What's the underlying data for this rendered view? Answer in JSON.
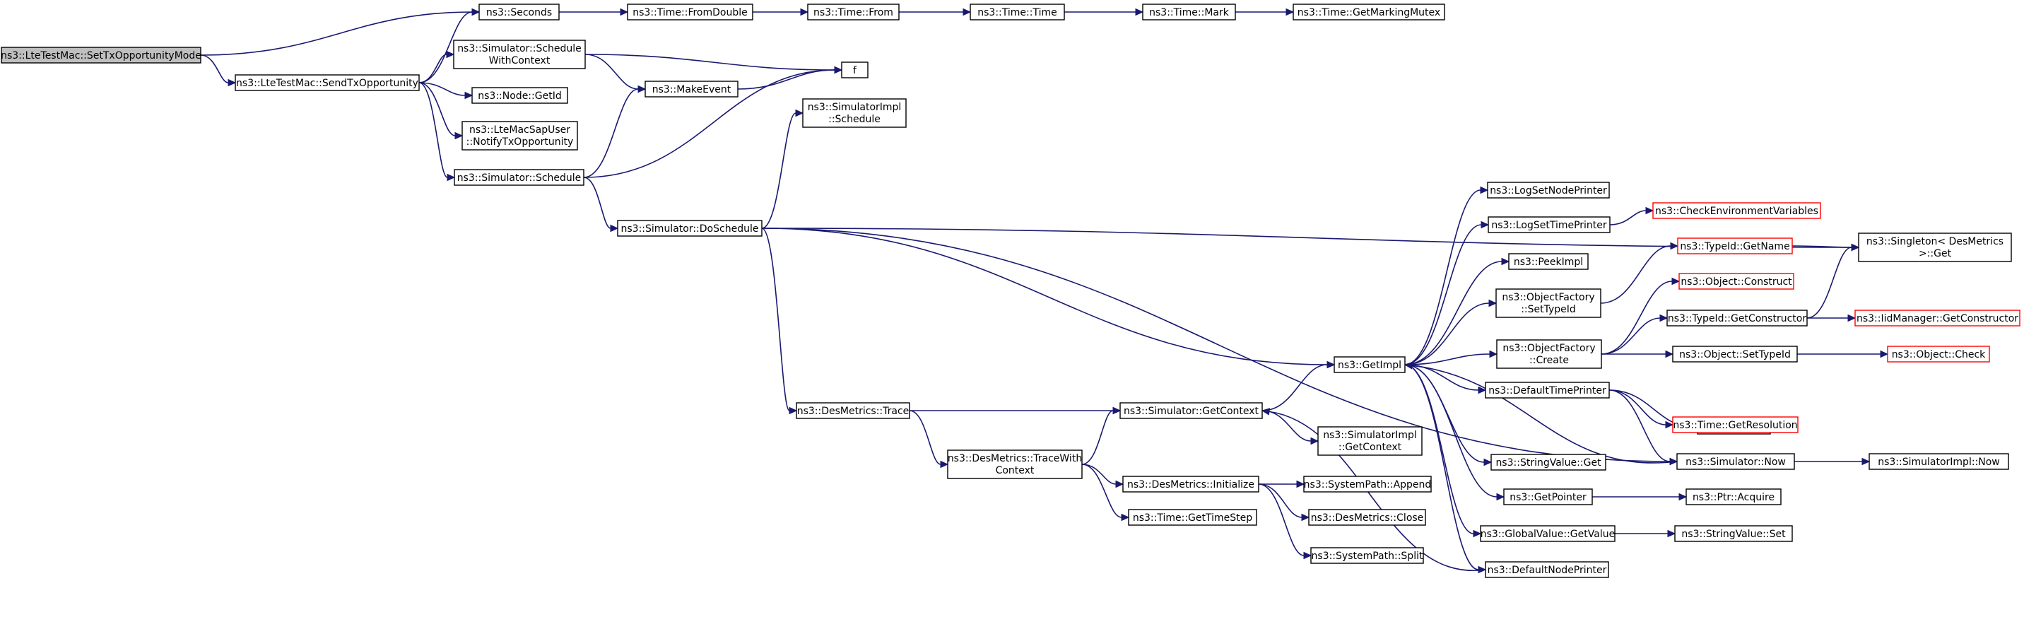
{
  "colors": {
    "edge": "#191970",
    "red_border": "#ff0000",
    "root_fill": "#bfbfbf"
  },
  "nodes": [
    {
      "id": "setTxOpp",
      "lines": [
        "ns3::LteTestMac::SetTxOpportunityMode"
      ],
      "root": true
    },
    {
      "id": "sendTxOpp",
      "lines": [
        "ns3::LteTestMac::SendTxOpportunity"
      ]
    },
    {
      "id": "seconds",
      "lines": [
        "ns3::Seconds"
      ]
    },
    {
      "id": "fromDouble",
      "lines": [
        "ns3::Time::FromDouble"
      ]
    },
    {
      "id": "timeFrom",
      "lines": [
        "ns3::Time::From"
      ]
    },
    {
      "id": "timeTime",
      "lines": [
        "ns3::Time::Time"
      ]
    },
    {
      "id": "timeMark",
      "lines": [
        "ns3::Time::Mark"
      ]
    },
    {
      "id": "markingMutex",
      "lines": [
        "ns3::Time::GetMarkingMutex"
      ]
    },
    {
      "id": "scheduleWithContext",
      "lines": [
        "ns3::Simulator::Schedule",
        "WithContext"
      ]
    },
    {
      "id": "f",
      "lines": [
        "f"
      ]
    },
    {
      "id": "makeEvent",
      "lines": [
        "ns3::MakeEvent"
      ]
    },
    {
      "id": "nodeGetId",
      "lines": [
        "ns3::Node::GetId"
      ]
    },
    {
      "id": "notifyTxOpp",
      "lines": [
        "ns3::LteMacSapUser",
        "::NotifyTxOpportunity"
      ]
    },
    {
      "id": "simSchedule",
      "lines": [
        "ns3::Simulator::Schedule"
      ]
    },
    {
      "id": "simImplSchedule",
      "lines": [
        "ns3::SimulatorImpl",
        "::Schedule"
      ]
    },
    {
      "id": "doSchedule",
      "lines": [
        "ns3::Simulator::DoSchedule"
      ]
    },
    {
      "id": "singletonGet",
      "lines": [
        "ns3::Singleton< DesMetrics",
        ">::Get"
      ]
    },
    {
      "id": "logSetNodePrinter",
      "lines": [
        "ns3::LogSetNodePrinter"
      ]
    },
    {
      "id": "logSetTimePrinter",
      "lines": [
        "ns3::LogSetTimePrinter"
      ]
    },
    {
      "id": "checkEnv",
      "lines": [
        "ns3::CheckEnvironmentVariables"
      ],
      "red": true
    },
    {
      "id": "peekImpl",
      "lines": [
        "ns3::PeekImpl"
      ]
    },
    {
      "id": "typeIdGetName",
      "lines": [
        "ns3::TypeId::GetName"
      ],
      "red": true
    },
    {
      "id": "ofSetTypeId",
      "lines": [
        "ns3::ObjectFactory",
        "::SetTypeId"
      ]
    },
    {
      "id": "objConstruct",
      "lines": [
        "ns3::Object::Construct"
      ],
      "red": true
    },
    {
      "id": "ofCreate",
      "lines": [
        "ns3::ObjectFactory",
        "::Create"
      ]
    },
    {
      "id": "getConstructor",
      "lines": [
        "ns3::TypeId::GetConstructor"
      ]
    },
    {
      "id": "iidManager",
      "lines": [
        "ns3::IidManager::GetConstructor"
      ],
      "red": true
    },
    {
      "id": "getImpl",
      "lines": [
        "ns3::GetImpl"
      ]
    },
    {
      "id": "objSetTypeId",
      "lines": [
        "ns3::Object::SetTypeId"
      ]
    },
    {
      "id": "objCheck",
      "lines": [
        "ns3::Object::Check"
      ],
      "red": true
    },
    {
      "id": "defaultTimePrinter",
      "lines": [
        "ns3::DefaultTimePrinter"
      ]
    },
    {
      "id": "timeAs",
      "lines": [
        "ns3::Time::As"
      ]
    },
    {
      "id": "getResolution",
      "lines": [
        "ns3::Time::GetResolution"
      ],
      "red": true
    },
    {
      "id": "desTrace",
      "lines": [
        "ns3::DesMetrics::Trace"
      ]
    },
    {
      "id": "getContext",
      "lines": [
        "ns3::Simulator::GetContext"
      ]
    },
    {
      "id": "simImplGetContext",
      "lines": [
        "ns3::SimulatorImpl",
        "::GetContext"
      ]
    },
    {
      "id": "traceWithContext",
      "lines": [
        "ns3::DesMetrics::TraceWith",
        "Context"
      ]
    },
    {
      "id": "simNow",
      "lines": [
        "ns3::Simulator::Now"
      ]
    },
    {
      "id": "simImplNow",
      "lines": [
        "ns3::SimulatorImpl::Now"
      ]
    },
    {
      "id": "stringValueGet",
      "lines": [
        "ns3::StringValue::Get"
      ]
    },
    {
      "id": "desInit",
      "lines": [
        "ns3::DesMetrics::Initialize"
      ]
    },
    {
      "id": "sysAppend",
      "lines": [
        "ns3::SystemPath::Append"
      ]
    },
    {
      "id": "getPointer",
      "lines": [
        "ns3::GetPointer"
      ]
    },
    {
      "id": "ptrAcquire",
      "lines": [
        "ns3::Ptr::Acquire"
      ]
    },
    {
      "id": "getTimeStep",
      "lines": [
        "ns3::Time::GetTimeStep"
      ]
    },
    {
      "id": "desClose",
      "lines": [
        "ns3::DesMetrics::Close"
      ]
    },
    {
      "id": "globalGetValue",
      "lines": [
        "ns3::GlobalValue::GetValue"
      ]
    },
    {
      "id": "stringValueSet",
      "lines": [
        "ns3::StringValue::Set"
      ]
    },
    {
      "id": "sysSplit",
      "lines": [
        "ns3::SystemPath::Split"
      ]
    },
    {
      "id": "defaultNodePrinter",
      "lines": [
        "ns3::DefaultNodePrinter"
      ]
    }
  ],
  "edges": [
    [
      "setTxOpp",
      "seconds"
    ],
    [
      "setTxOpp",
      "sendTxOpp"
    ],
    [
      "seconds",
      "fromDouble"
    ],
    [
      "fromDouble",
      "timeFrom"
    ],
    [
      "timeFrom",
      "timeTime"
    ],
    [
      "timeTime",
      "timeMark"
    ],
    [
      "timeMark",
      "markingMutex"
    ],
    [
      "sendTxOpp",
      "seconds"
    ],
    [
      "sendTxOpp",
      "scheduleWithContext"
    ],
    [
      "sendTxOpp",
      "nodeGetId"
    ],
    [
      "sendTxOpp",
      "notifyTxOpp"
    ],
    [
      "sendTxOpp",
      "simSchedule"
    ],
    [
      "scheduleWithContext",
      "f"
    ],
    [
      "scheduleWithContext",
      "makeEvent"
    ],
    [
      "makeEvent",
      "f"
    ],
    [
      "simSchedule",
      "makeEvent"
    ],
    [
      "simSchedule",
      "f"
    ],
    [
      "simSchedule",
      "doSchedule"
    ],
    [
      "doSchedule",
      "simImplSchedule"
    ],
    [
      "doSchedule",
      "singletonGet"
    ],
    [
      "doSchedule",
      "getImpl"
    ],
    [
      "doSchedule",
      "desTrace"
    ],
    [
      "doSchedule",
      "simNow"
    ],
    [
      "getImpl",
      "logSetNodePrinter"
    ],
    [
      "getImpl",
      "logSetTimePrinter"
    ],
    [
      "getImpl",
      "peekImpl"
    ],
    [
      "getImpl",
      "ofSetTypeId"
    ],
    [
      "getImpl",
      "ofCreate"
    ],
    [
      "getImpl",
      "defaultTimePrinter"
    ],
    [
      "getImpl",
      "stringValueGet"
    ],
    [
      "getImpl",
      "getPointer"
    ],
    [
      "getImpl",
      "globalGetValue"
    ],
    [
      "getImpl",
      "defaultNodePrinter"
    ],
    [
      "logSetTimePrinter",
      "checkEnv"
    ],
    [
      "ofSetTypeId",
      "typeIdGetName"
    ],
    [
      "typeIdGetName",
      "singletonGet"
    ],
    [
      "ofCreate",
      "objConstruct"
    ],
    [
      "ofCreate",
      "getConstructor"
    ],
    [
      "ofCreate",
      "objSetTypeId"
    ],
    [
      "getConstructor",
      "singletonGet"
    ],
    [
      "getConstructor",
      "iidManager"
    ],
    [
      "objSetTypeId",
      "objCheck"
    ],
    [
      "defaultTimePrinter",
      "timeAs"
    ],
    [
      "defaultTimePrinter",
      "getResolution"
    ],
    [
      "defaultTimePrinter",
      "simNow"
    ],
    [
      "desTrace",
      "getContext"
    ],
    [
      "desTrace",
      "traceWithContext"
    ],
    [
      "traceWithContext",
      "getContext"
    ],
    [
      "traceWithContext",
      "desInit"
    ],
    [
      "traceWithContext",
      "getTimeStep"
    ],
    [
      "getContext",
      "getImpl"
    ],
    [
      "getContext",
      "simImplGetContext"
    ],
    [
      "simNow",
      "getImpl"
    ],
    [
      "simNow",
      "simImplNow"
    ],
    [
      "desInit",
      "sysAppend"
    ],
    [
      "desInit",
      "desClose"
    ],
    [
      "desInit",
      "sysSplit"
    ],
    [
      "getPointer",
      "ptrAcquire"
    ],
    [
      "globalGetValue",
      "stringValueSet"
    ],
    [
      "defaultNodePrinter",
      "getContext"
    ]
  ]
}
